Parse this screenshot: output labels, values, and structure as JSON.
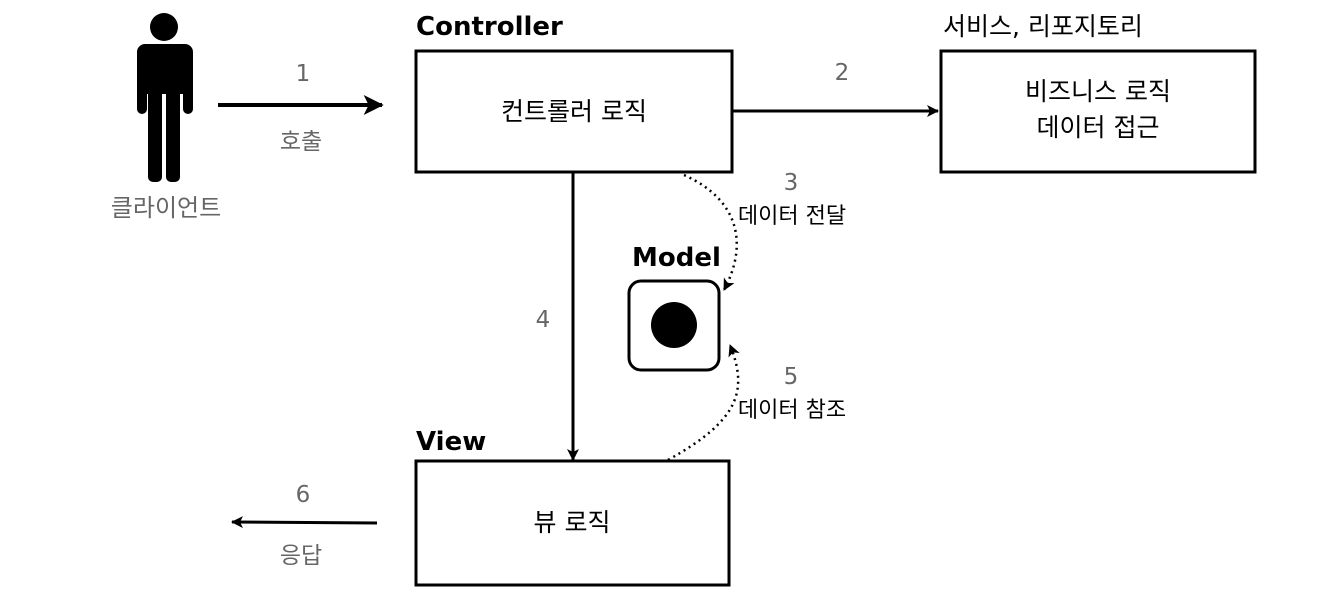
{
  "client": {
    "label": "클라이언트",
    "icon": "person-icon"
  },
  "controller": {
    "title": "Controller",
    "label": "컨트롤러 로직"
  },
  "service": {
    "title": "서비스, 리포지토리",
    "line1": "비즈니스 로직",
    "line2": "데이터 접근"
  },
  "model": {
    "title": "Model"
  },
  "view": {
    "title": "View",
    "label": "뷰 로직"
  },
  "steps": {
    "s1": {
      "num": "1",
      "label": "호출"
    },
    "s2": {
      "num": "2"
    },
    "s3": {
      "num": "3",
      "label": "데이터 전달"
    },
    "s4": {
      "num": "4"
    },
    "s5": {
      "num": "5",
      "label": "데이터 참조"
    },
    "s6": {
      "num": "6",
      "label": "응답"
    }
  },
  "colors": {
    "stroke": "#000000",
    "gray_text": "#666666",
    "background": "#ffffff"
  }
}
